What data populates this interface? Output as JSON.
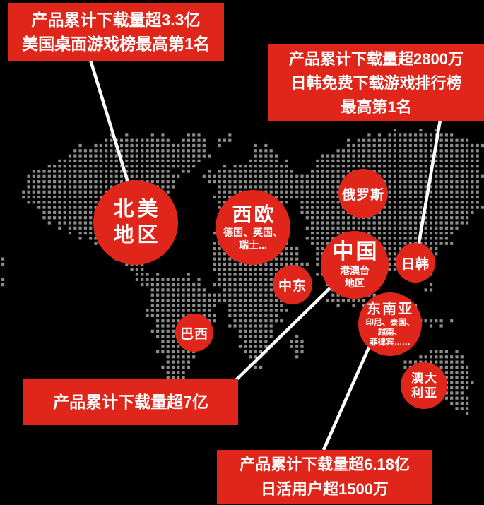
{
  "colors": {
    "background": "#000000",
    "accent_red": "#e0251a",
    "map_dot": "#8c8c8c",
    "text": "#ffffff",
    "connector": "#ffffff"
  },
  "callouts": [
    {
      "id": "north-america-stats",
      "lines": [
        "产品累计下载量超3.3亿",
        "美国桌面游戏榜最高第1名"
      ]
    },
    {
      "id": "japan-korea-stats",
      "lines": [
        "产品累计下载量超2800万",
        "日韩免费下载游戏排行榜",
        "最高第1名"
      ]
    },
    {
      "id": "china-stats",
      "lines": [
        "产品累计下载量超7亿"
      ]
    },
    {
      "id": "southeast-asia-stats",
      "lines": [
        "产品累计下载量超6.18亿",
        "日活用户超1500万"
      ]
    }
  ],
  "regions": [
    {
      "id": "north-america",
      "title": "北美地区",
      "title_lines": [
        "北美",
        "地区"
      ]
    },
    {
      "id": "west-europe",
      "title": "西欧",
      "subtitle_lines": [
        "德国、英国、",
        "瑞士..."
      ]
    },
    {
      "id": "russia",
      "title": "俄罗斯"
    },
    {
      "id": "china",
      "title": "中国",
      "subtitle_lines": [
        "港澳台",
        "地区"
      ]
    },
    {
      "id": "japan-korea",
      "title": "日韩"
    },
    {
      "id": "middle-east",
      "title": "中东"
    },
    {
      "id": "brazil",
      "title": "巴西"
    },
    {
      "id": "southeast-asia",
      "title": "东南亚",
      "subtitle_lines": [
        "印尼、泰国、",
        "越南、",
        "菲律宾……"
      ]
    },
    {
      "id": "australia",
      "title": "澳大利亚",
      "title_lines": [
        "澳大",
        "利亚"
      ]
    }
  ]
}
